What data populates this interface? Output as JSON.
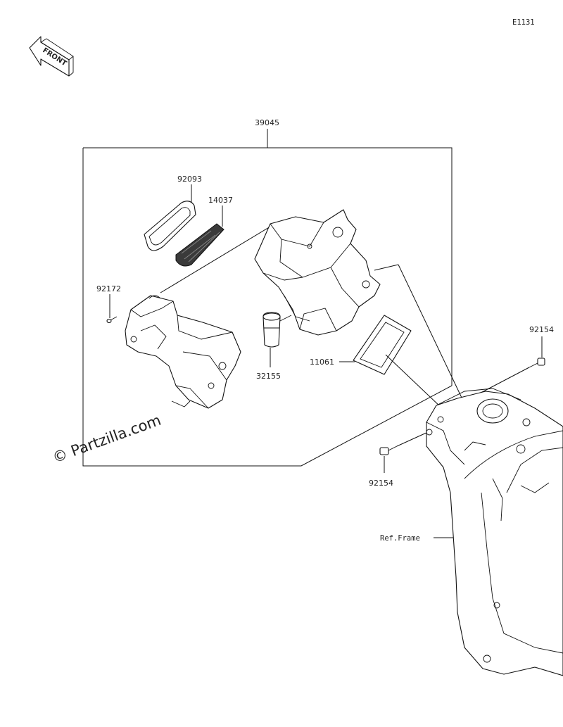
{
  "diagram_code": "E1131",
  "front_label": "FRONT",
  "watermark": "© Partzilla.com",
  "callouts": {
    "assembly": "39045",
    "element_cover": "92093",
    "mesh": "14037",
    "bolt_small": "92172",
    "cap": "32155",
    "gasket": "11061",
    "bolt_right": "92154",
    "bolt_lower": "92154",
    "frame_ref": "Ref.Frame"
  }
}
